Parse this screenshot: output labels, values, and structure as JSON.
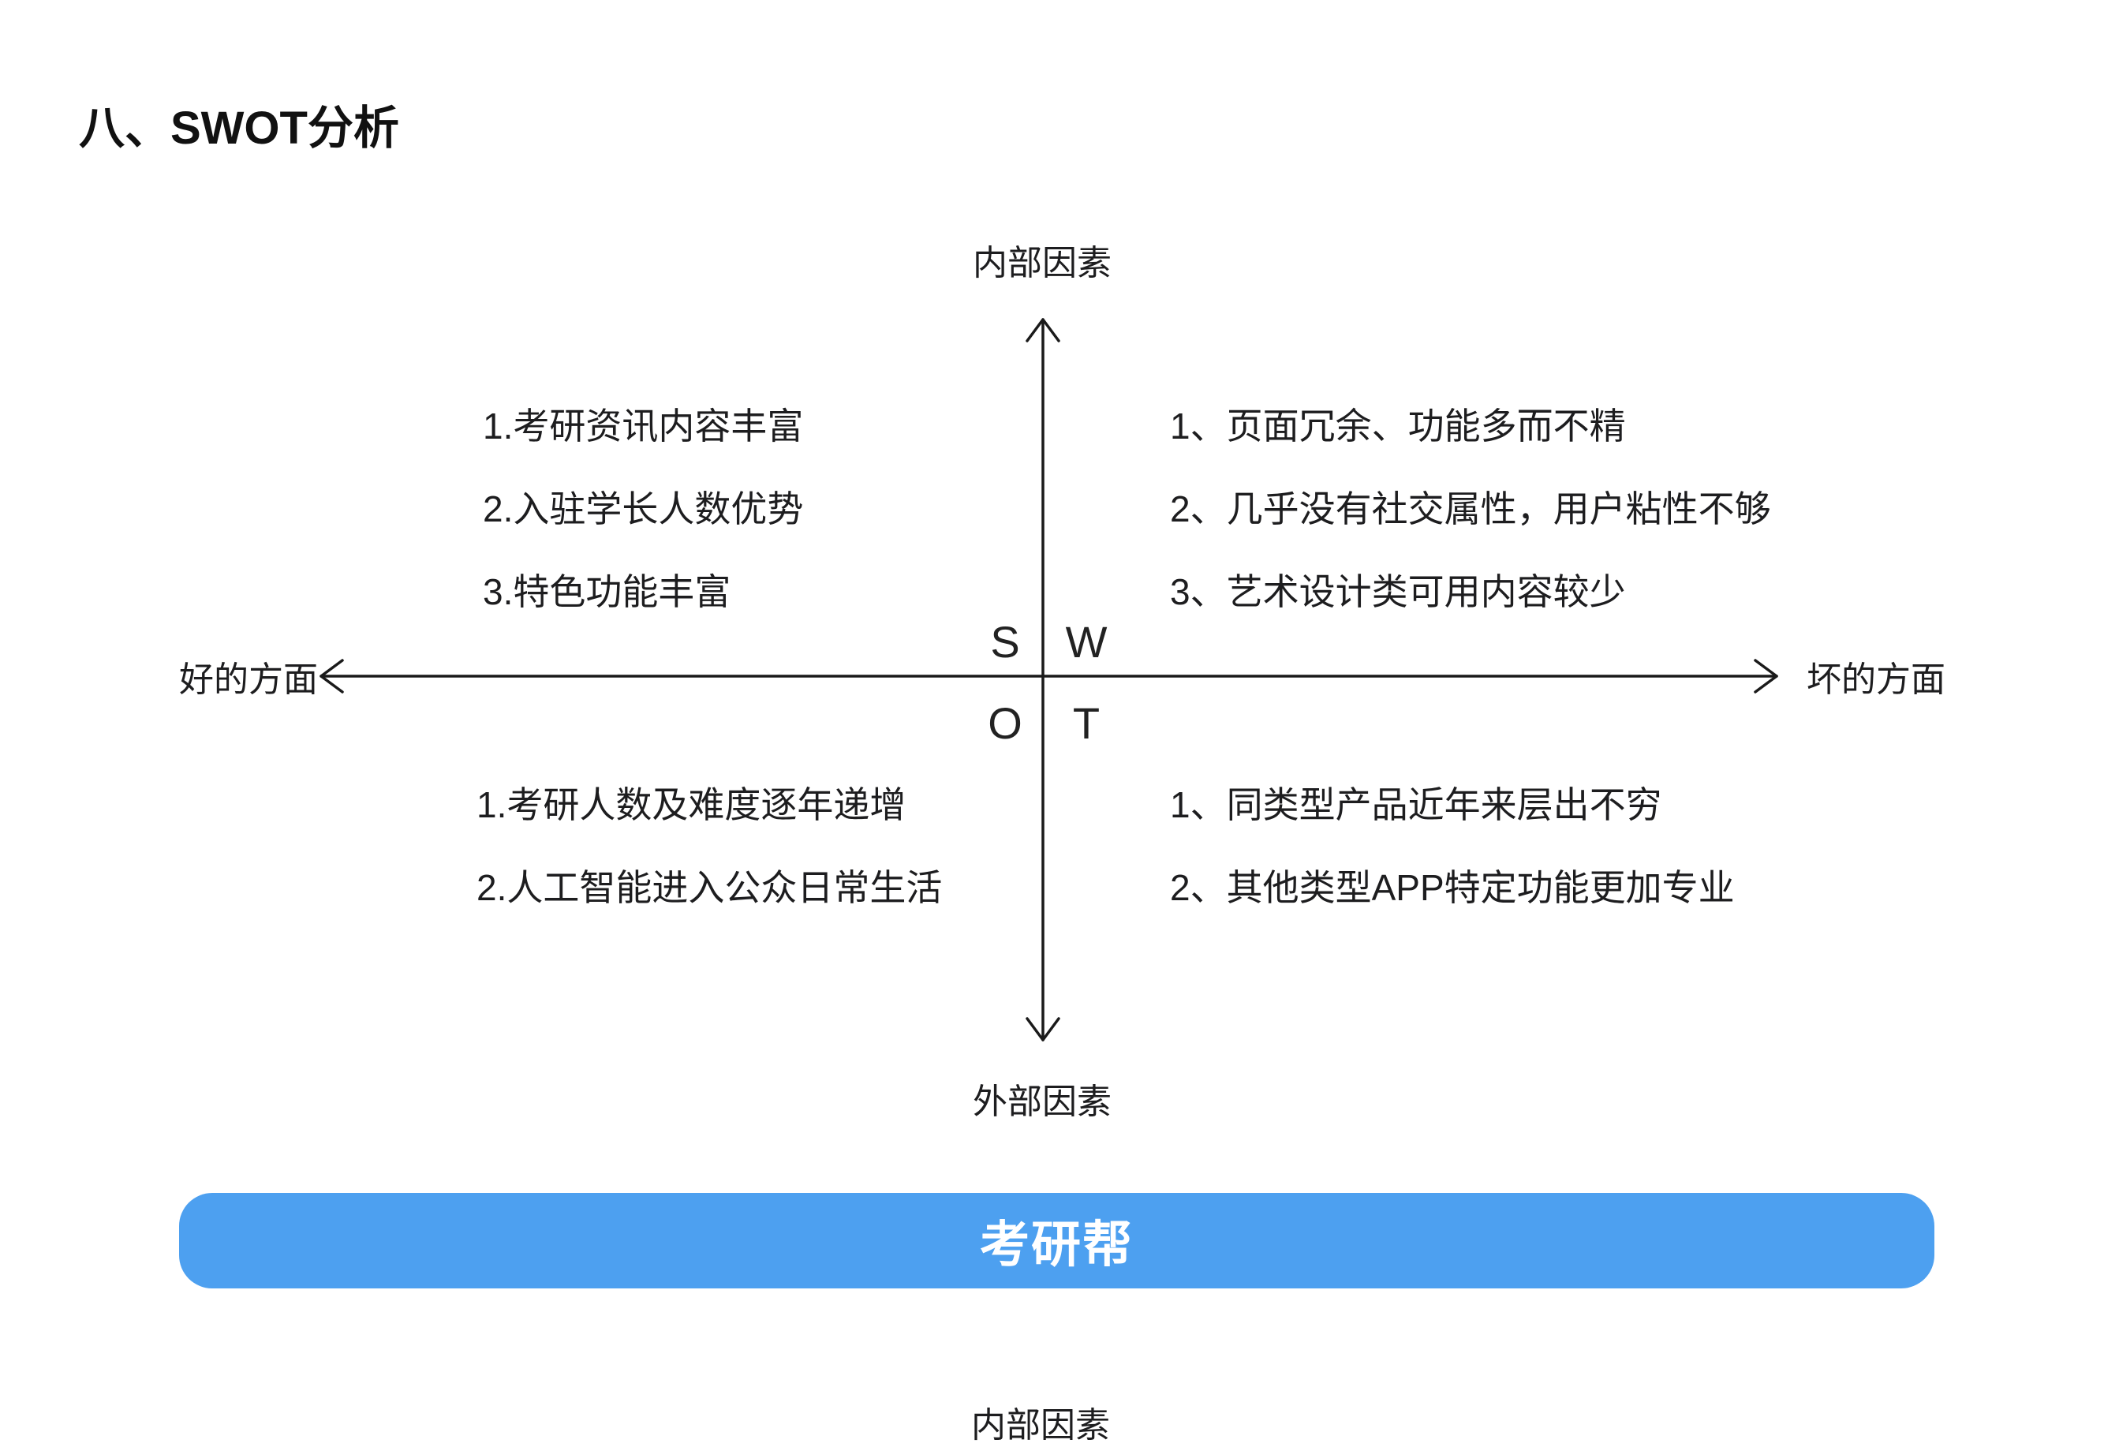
{
  "page": {
    "title": "八、SWOT分析"
  },
  "diagram": {
    "axis_labels": {
      "top": "内部因素",
      "bottom": "外部因素",
      "left": "好的方面",
      "right": "坏的方面"
    },
    "quadrant_letters": {
      "s": "S",
      "w": "W",
      "o": "O",
      "t": "T"
    },
    "strengths": {
      "items": [
        "1.考研资讯内容丰富",
        "2.入驻学长人数优势",
        "3.特色功能丰富"
      ]
    },
    "weaknesses": {
      "items": [
        "1、页面冗余、功能多而不精",
        "2、几乎没有社交属性，用户粘性不够",
        "3、艺术设计类可用内容较少"
      ]
    },
    "opportunities": {
      "items": [
        "1.考研人数及难度逐年递增",
        "2.人工智能进入公众日常生活"
      ]
    },
    "threats": {
      "items": [
        "1、同类型产品近年来层出不穷",
        "2、其他类型APP特定功能更加专业"
      ]
    }
  },
  "banner": {
    "label": "考研帮",
    "color": "#4DA0F0"
  },
  "next_section": {
    "partial_label": "内部因素"
  },
  "colors": {
    "text": "#1d1d1f",
    "axis_line": "#1a1a1a",
    "accent_blue": "#4DA0F0",
    "banner_text": "#ffffff"
  }
}
